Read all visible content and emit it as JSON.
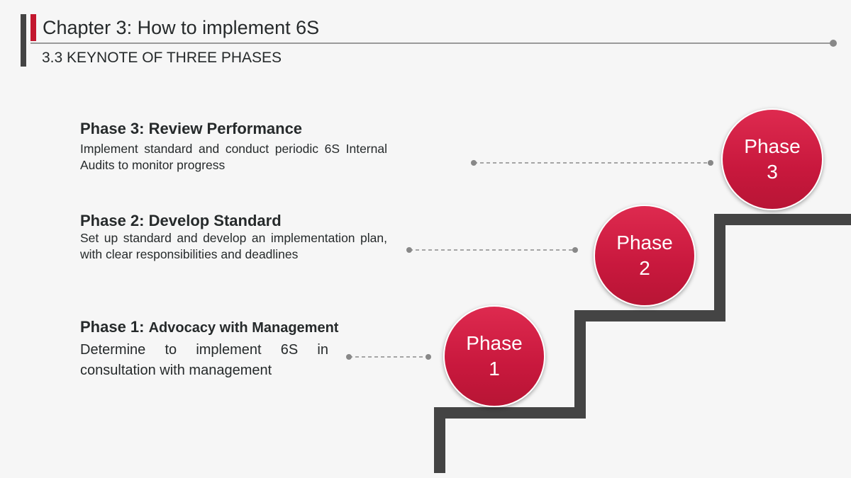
{
  "header": {
    "title": "Chapter 3: How to implement 6S",
    "subtitle": "3.3 KEYNOTE OF THREE PHASES"
  },
  "colors": {
    "accent": "#c3172e",
    "circle_fill": "#d01f44",
    "stairs": "#444444",
    "connector": "#888888",
    "background": "#f6f6f6"
  },
  "phases": [
    {
      "heading_prefix": "Phase 1: ",
      "heading_name": "Advocacy with Management",
      "description": "Determine to implement 6S in consultation with management",
      "circle_line1": "Phase",
      "circle_line2": "1"
    },
    {
      "heading_prefix": "Phase 2: ",
      "heading_name": "Develop Standard",
      "description": "Set up standard and develop an implementation plan, with clear responsibilities and deadlines",
      "circle_line1": "Phase",
      "circle_line2": "2"
    },
    {
      "heading_prefix": "Phase 3: ",
      "heading_name": "Review Performance",
      "description": "Implement standard and conduct periodic 6S Internal Audits to monitor progress",
      "circle_line1": "Phase",
      "circle_line2": "3"
    }
  ]
}
